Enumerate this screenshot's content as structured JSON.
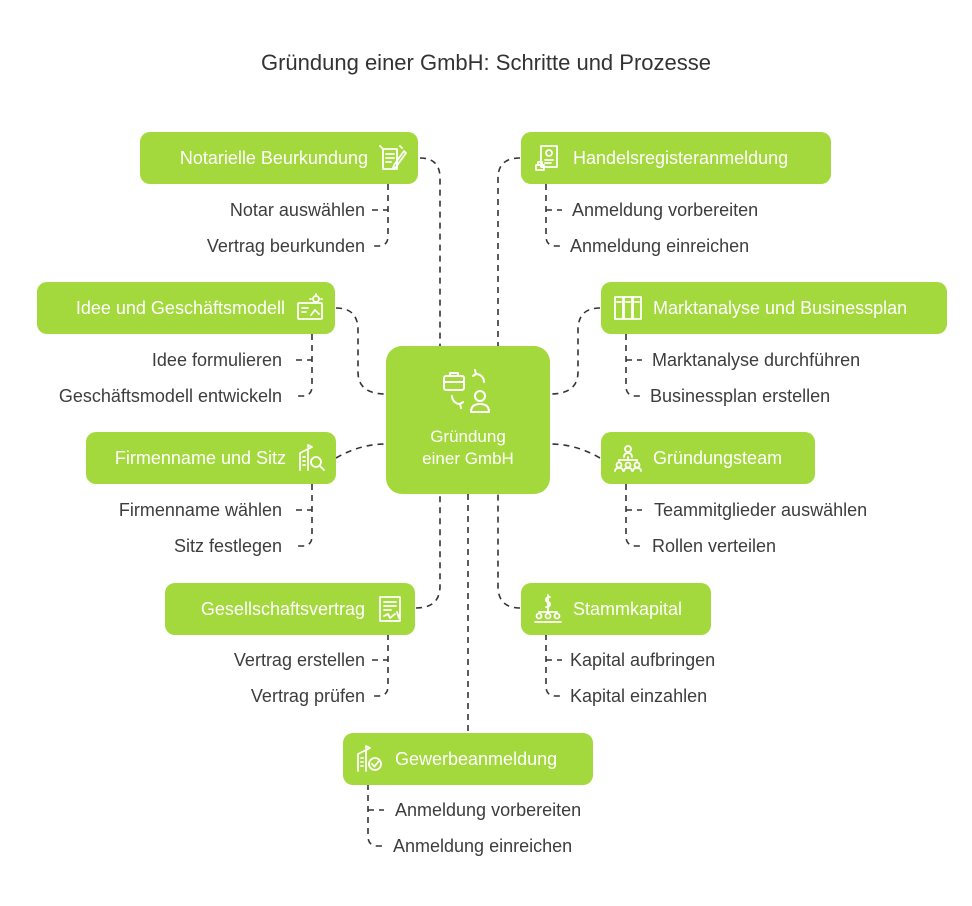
{
  "title": "Gründung einer GmbH: Schritte und Prozesse",
  "center": {
    "line1": "Gründung",
    "line2": "einer GmbH",
    "icon": "team-process-icon"
  },
  "colors": {
    "box": "#a3d93c",
    "connector": "#333333",
    "text": "#3d3d3d"
  },
  "left_branches": [
    {
      "label": "Notarielle Beurkundung",
      "icon": "document-sign-icon",
      "items": [
        "Notar auswählen",
        "Vertrag beurkunden"
      ]
    },
    {
      "label": "Idee und Geschäftsmodell",
      "icon": "idea-board-icon",
      "items": [
        "Idee formulieren",
        "Geschäftsmodell entwickeln"
      ]
    },
    {
      "label": "Firmenname und Sitz",
      "icon": "building-search-icon",
      "items": [
        "Firmenname wählen",
        "Sitz festlegen"
      ]
    },
    {
      "label": "Gesellschaftsvertrag",
      "icon": "contract-icon",
      "items": [
        "Vertrag erstellen",
        "Vertrag prüfen"
      ]
    }
  ],
  "right_branches": [
    {
      "label": "Handelsregisteranmeldung",
      "icon": "register-stamp-icon",
      "items": [
        "Anmeldung vorbereiten",
        "Anmeldung einreichen"
      ]
    },
    {
      "label": "Marktanalyse und Businessplan",
      "icon": "binders-icon",
      "items": [
        "Marktanalyse durchführen",
        "Businessplan erstellen"
      ]
    },
    {
      "label": "Gründungsteam",
      "icon": "team-hierarchy-icon",
      "items": [
        "Teammitglieder auswählen",
        "Rollen verteilen"
      ]
    },
    {
      "label": "Stammkapital",
      "icon": "capital-icon",
      "items": [
        "Kapital aufbringen",
        "Kapital einzahlen"
      ]
    }
  ],
  "bottom_branch": {
    "label": "Gewerbeanmeldung",
    "icon": "building-check-icon",
    "items": [
      "Anmeldung vorbereiten",
      "Anmeldung einreichen"
    ]
  }
}
